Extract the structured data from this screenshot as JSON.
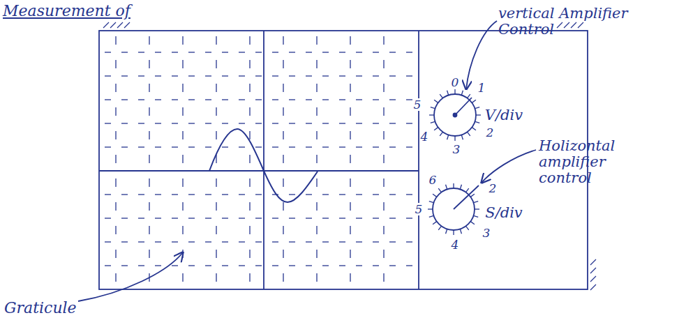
{
  "diagram": {
    "title": "Measurement of",
    "labels": [
      "vertical Amplifier Control",
      "0",
      "1",
      "2",
      "3",
      "4",
      "5",
      "V/div",
      "Holizontal amplifier control",
      "6",
      "2",
      "3",
      "4",
      "5",
      "S/div",
      "Graticule"
    ]
  }
}
